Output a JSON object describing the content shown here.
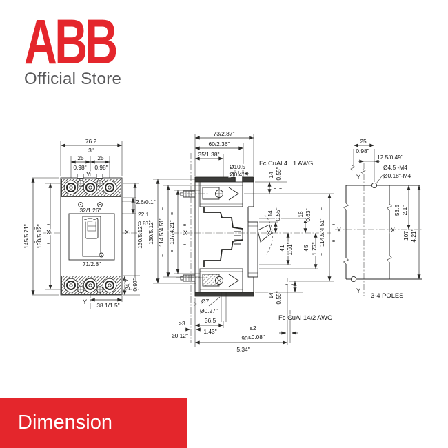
{
  "header": {
    "logo": "ABB",
    "subtitle": "Official Store"
  },
  "banner": {
    "label": "Dimension"
  },
  "colors": {
    "brand_red": "#e4262c",
    "subtitle_gray": "#58585a",
    "line": "#2a2a28"
  },
  "sym": {
    "eq": "="
  },
  "front": {
    "width": "76.2",
    "width_in": "3\"",
    "pole_left": "25",
    "pole_left_in": "0.98\"",
    "pole_right": "25",
    "pole_right_in": "0.98\"",
    "axis_y_top": "Y",
    "axis_y_bottom": "Y",
    "height_total": "145/5.71\"",
    "height_mount_left": "130/5.12\"",
    "height_mount_right": "130/5.12\"",
    "axis_x_left": "X",
    "axis_x_right": "X",
    "screw_offset": "2.6/0.1\"",
    "dim_221": "22.1",
    "dim_221_in": "0.87\"",
    "inner_width": "32/1.26\"",
    "face_width": "71/2.8\"",
    "terminal_height": "24.7",
    "terminal_height_in": "0.97\"",
    "base_width": "38.1/1.5\""
  },
  "side": {
    "depth_total": "73/2.87\"",
    "depth_60": "60/2.36\"",
    "depth_35": "35/1.38\"",
    "hole_top": "Ø10.5",
    "hole_top_in": "Ø0.4\"",
    "wire_top": "Fc CuAl 4...1 AWG",
    "dim14_top": "14",
    "dim14_top_in": "0.55\"",
    "height_130": "130/5.12\"",
    "height_1145_left": "114.5/4.51\"",
    "height_107": "107/4.21\"",
    "axis_x_left": "X",
    "axis_x_right": "X",
    "dim14_mid": "14",
    "dim14_mid_in": "0.55\"",
    "dim16": "16",
    "dim16_in": "0.63\"",
    "dim41": "41",
    "dim41_in": "1.61\"",
    "dim45": "45",
    "dim45_in": "1.77\"",
    "height_1145_right": "114.5/4.51\"",
    "dim14_bot": "14",
    "dim14_bot_in": "0.55\"",
    "wire_bottom": "Fc CuAl 14/2 AWG",
    "hole_bot": "Ø7",
    "hole_bot_in": "Ø0.27\"",
    "dim365": "36.5",
    "dim365_in": "1.43\"",
    "clr_back": "≥3",
    "clr_back_in": "≥0.12\"",
    "clr_front": "≤2",
    "clr_front_in": "≤0.08\"",
    "depth_90": "90",
    "depth_90_in": "5.34\""
  },
  "plan": {
    "dim25": "25",
    "dim25_in": "0.98\"",
    "dim125": "12.5/0.49\"",
    "hole_m": "Ø4.5 -M4",
    "hole_in": "Ø0.18\"-M4",
    "axis_y_top": "Y",
    "axis_y_bottom": "Y",
    "axis_x_left": "X",
    "axis_x_right": "X",
    "dim535": "53.5",
    "dim535_in": "2.1\"",
    "dim107": "107",
    "dim107_in": "4.21\"",
    "poles": "3-4 POLES"
  }
}
